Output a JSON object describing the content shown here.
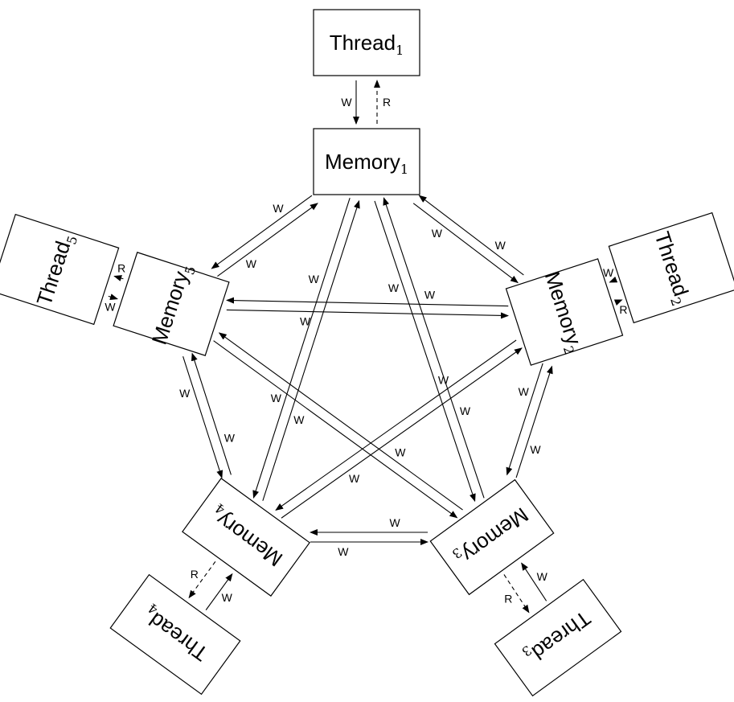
{
  "diagram": {
    "nodes": [
      {
        "id": "thread1",
        "label": "Thread",
        "sub": "1"
      },
      {
        "id": "memory1",
        "label": "Memory",
        "sub": "1"
      },
      {
        "id": "thread2",
        "label": "Thread",
        "sub": "2"
      },
      {
        "id": "memory2",
        "label": "Memory",
        "sub": "2"
      },
      {
        "id": "thread3",
        "label": "Thread",
        "sub": "3"
      },
      {
        "id": "memory3",
        "label": "Memory",
        "sub": "3"
      },
      {
        "id": "thread4",
        "label": "Thread",
        "sub": "4"
      },
      {
        "id": "memory4",
        "label": "Memory",
        "sub": "4"
      },
      {
        "id": "thread5",
        "label": "Thread",
        "sub": "5"
      },
      {
        "id": "memory5",
        "label": "Memory",
        "sub": "5"
      }
    ],
    "edges": [
      {
        "from": "thread1",
        "to": "memory1",
        "label": "W",
        "style": "solid"
      },
      {
        "from": "memory1",
        "to": "thread1",
        "label": "R",
        "style": "dashed"
      },
      {
        "from": "thread2",
        "to": "memory2",
        "label": "W",
        "style": "solid"
      },
      {
        "from": "memory2",
        "to": "thread2",
        "label": "R",
        "style": "dashed"
      },
      {
        "from": "thread3",
        "to": "memory3",
        "label": "W",
        "style": "solid"
      },
      {
        "from": "memory3",
        "to": "thread3",
        "label": "R",
        "style": "dashed"
      },
      {
        "from": "thread4",
        "to": "memory4",
        "label": "W",
        "style": "solid"
      },
      {
        "from": "memory4",
        "to": "thread4",
        "label": "R",
        "style": "dashed"
      },
      {
        "from": "thread5",
        "to": "memory5",
        "label": "W",
        "style": "solid"
      },
      {
        "from": "memory5",
        "to": "thread5",
        "label": "R",
        "style": "dashed"
      },
      {
        "from": "memory1",
        "to": "memory2",
        "label": "W",
        "style": "solid"
      },
      {
        "from": "memory2",
        "to": "memory1",
        "label": "W",
        "style": "solid"
      },
      {
        "from": "memory1",
        "to": "memory3",
        "label": "W",
        "style": "solid"
      },
      {
        "from": "memory3",
        "to": "memory1",
        "label": "W",
        "style": "solid"
      },
      {
        "from": "memory1",
        "to": "memory4",
        "label": "W",
        "style": "solid"
      },
      {
        "from": "memory4",
        "to": "memory1",
        "label": "W",
        "style": "solid"
      },
      {
        "from": "memory1",
        "to": "memory5",
        "label": "W",
        "style": "solid"
      },
      {
        "from": "memory5",
        "to": "memory1",
        "label": "W",
        "style": "solid"
      },
      {
        "from": "memory2",
        "to": "memory3",
        "label": "W",
        "style": "solid"
      },
      {
        "from": "memory3",
        "to": "memory2",
        "label": "W",
        "style": "solid"
      },
      {
        "from": "memory2",
        "to": "memory4",
        "label": "W",
        "style": "solid"
      },
      {
        "from": "memory4",
        "to": "memory2",
        "label": "W",
        "style": "solid"
      },
      {
        "from": "memory2",
        "to": "memory5",
        "label": "W",
        "style": "solid"
      },
      {
        "from": "memory5",
        "to": "memory2",
        "label": "W",
        "style": "solid"
      },
      {
        "from": "memory3",
        "to": "memory4",
        "label": "W",
        "style": "solid"
      },
      {
        "from": "memory4",
        "to": "memory3",
        "label": "W",
        "style": "solid"
      },
      {
        "from": "memory3",
        "to": "memory5",
        "label": "W",
        "style": "solid"
      },
      {
        "from": "memory5",
        "to": "memory3",
        "label": "W",
        "style": "solid"
      },
      {
        "from": "memory4",
        "to": "memory5",
        "label": "W",
        "style": "solid"
      },
      {
        "from": "memory5",
        "to": "memory4",
        "label": "W",
        "style": "solid"
      }
    ]
  }
}
